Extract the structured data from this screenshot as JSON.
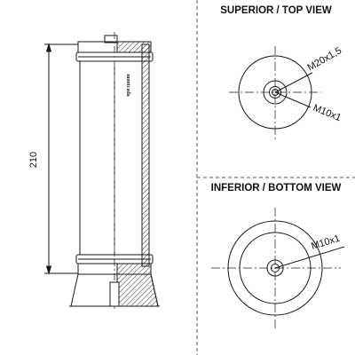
{
  "views": {
    "top_title": "SUPERIOR / TOP VIEW",
    "bottom_title": "INFERIOR / BOTTOM VIEW"
  },
  "callouts": {
    "top_outer_thread": "M20x1,5",
    "top_inner_thread": "M10x1",
    "bottom_thread": "M10x1"
  },
  "side_view": {
    "height_dimension": "210",
    "brand_text": "montcada"
  },
  "colors": {
    "line": "#1a1a1a",
    "hatch": "#333333",
    "divider": "#555555"
  }
}
